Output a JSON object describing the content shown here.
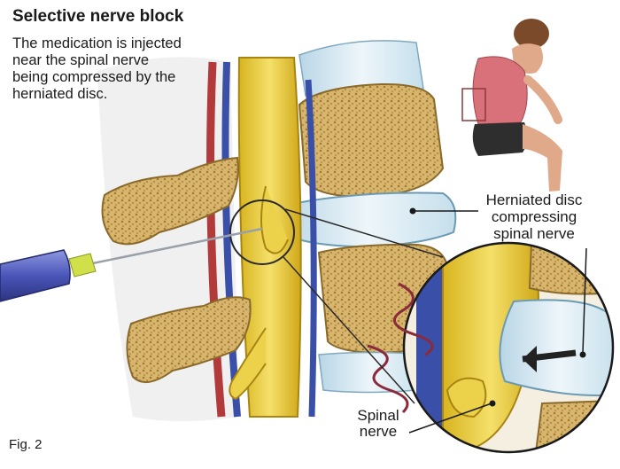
{
  "title": "Selective nerve block",
  "description": [
    "The medication is injected",
    "near the spinal nerve",
    "being compressed by the",
    "herniated disc."
  ],
  "labels": {
    "herniated_disc": [
      "Herniated disc",
      "compressing",
      "spinal nerve"
    ],
    "spinal_nerve": [
      "Spinal",
      "nerve"
    ]
  },
  "figure_label": "Fig. 2",
  "colors": {
    "bone": "#e3cd8e",
    "bone_porous": "#c9a45a",
    "nerve": "#e6c93a",
    "disc": "#cfe3ee",
    "vein": "#3a4fa8",
    "artery": "#b33a3a",
    "syringe": "#4a55b8",
    "needle_hub": "#cfe04a"
  }
}
